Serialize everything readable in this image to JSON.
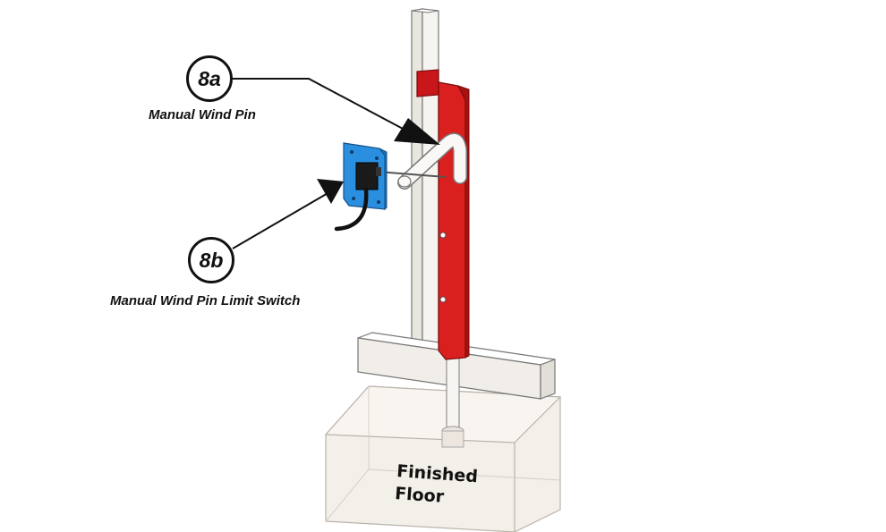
{
  "callouts": {
    "a": {
      "number": "8a",
      "caption": "Manual Wind Pin"
    },
    "b": {
      "number": "8b",
      "caption": "Manual Wind Pin Limit Switch"
    }
  },
  "floor": {
    "line1": "Finished",
    "line2": "Floor"
  },
  "colors": {
    "pin_red": "#d9201e",
    "switch_bracket_blue": "#2b8fe0",
    "post_white": "#f2f0ec",
    "outline": "#555555",
    "text": "#111111"
  }
}
